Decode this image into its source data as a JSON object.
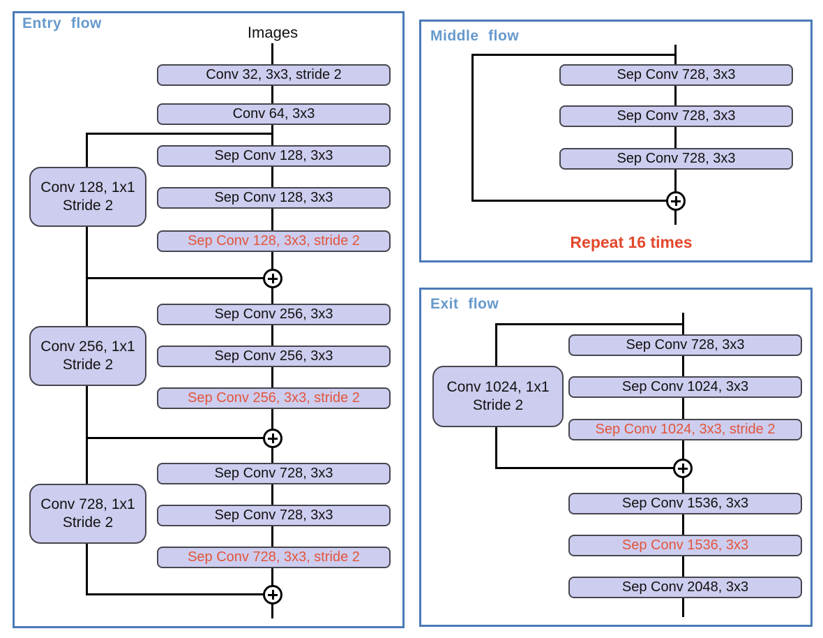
{
  "colors": {
    "panel_border": "#4b79b7",
    "title_blue": "#6699cc",
    "box_fill": "#cdcdef",
    "box_border": "#46464f",
    "highlight_red": "#e2553b",
    "repeat_red": "#e2482c",
    "line": "#000000"
  },
  "entry": {
    "title": "Entry flow",
    "input_label": "Images",
    "stack": [
      {
        "label": "Conv 32, 3x3, stride 2",
        "red": false
      },
      {
        "label": "Conv 64, 3x3",
        "red": false
      },
      {
        "label": "Sep Conv 128, 3x3",
        "red": false
      },
      {
        "label": "Sep Conv 128, 3x3",
        "red": false
      },
      {
        "label": "Sep Conv 128, 3x3, stride 2",
        "red": true
      },
      {
        "label": "Sep Conv 256, 3x3",
        "red": false
      },
      {
        "label": "Sep Conv 256, 3x3",
        "red": false
      },
      {
        "label": "Sep Conv 256, 3x3, stride 2",
        "red": true
      },
      {
        "label": "Sep Conv 728, 3x3",
        "red": false
      },
      {
        "label": "Sep Conv 728, 3x3",
        "red": false
      },
      {
        "label": "Sep Conv 728, 3x3, stride 2",
        "red": true
      }
    ],
    "side_boxes": [
      {
        "line1": "Conv 128, 1x1",
        "line2": "Stride 2"
      },
      {
        "line1": "Conv 256, 1x1",
        "line2": "Stride 2"
      },
      {
        "line1": "Conv 728, 1x1",
        "line2": "Stride 2"
      }
    ],
    "merge_count": 3
  },
  "middle": {
    "title": "Middle flow",
    "stack": [
      {
        "label": "Sep Conv 728, 3x3",
        "red": false
      },
      {
        "label": "Sep Conv 728, 3x3",
        "red": false
      },
      {
        "label": "Sep Conv 728, 3x3",
        "red": false
      }
    ],
    "repeat_label": "Repeat 16 times",
    "merge_count": 1
  },
  "exit": {
    "title": "Exit flow",
    "stack": [
      {
        "label": "Sep Conv 728, 3x3",
        "red": false
      },
      {
        "label": "Sep Conv 1024, 3x3",
        "red": false
      },
      {
        "label": "Sep Conv 1024, 3x3, stride 2",
        "red": true
      },
      {
        "label": "Sep Conv 1536, 3x3",
        "red": false
      },
      {
        "label": "Sep Conv 1536, 3x3",
        "red": true
      },
      {
        "label": "Sep Conv 2048, 3x3",
        "red": false
      }
    ],
    "side_box": {
      "line1": "Conv 1024, 1x1",
      "line2": "Stride 2"
    },
    "merge_count": 1
  }
}
